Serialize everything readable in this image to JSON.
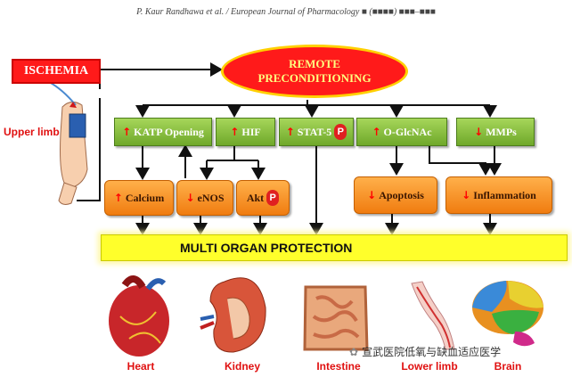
{
  "header": "P. Kaur Randhawa et al. / European Journal of Pharmacology ■ (■■■■) ■■■–■■■",
  "ischemia_label": "ISCHEMIA",
  "upper_limb_label": "Upper limb",
  "remote_preconditioning": {
    "line1": "REMOTE",
    "line2": "PRECONDITIONING"
  },
  "mediators": [
    {
      "arrow": "↑",
      "label": "KATP Opening"
    },
    {
      "arrow": "↑",
      "label": "HIF"
    },
    {
      "arrow": "↑",
      "label": "STAT-5",
      "badge": "P"
    },
    {
      "arrow": "↑",
      "label": "O-GlcNAc"
    },
    {
      "arrow": "↓",
      "label": "MMPs"
    }
  ],
  "effects": [
    {
      "arrow": "↑",
      "label": "Calcium"
    },
    {
      "arrow": "↓",
      "label": "eNOS"
    },
    {
      "arrow": "",
      "label": "Akt",
      "badge": "P"
    },
    {
      "arrow": "↓",
      "label": "Apoptosis"
    },
    {
      "arrow": "↓",
      "label": "Inflammation"
    }
  ],
  "outcome": "MULTI ORGAN PROTECTION",
  "organs": [
    "Heart",
    "Kidney",
    "Intestine",
    "Lower limb",
    "Brain"
  ],
  "watermark": "宣武医院低氧与缺血适应医学",
  "colors": {
    "red": "#ff1a1a",
    "green": "#7fb83a",
    "orange": "#f58a1f",
    "yellow": "#ffff2b"
  }
}
